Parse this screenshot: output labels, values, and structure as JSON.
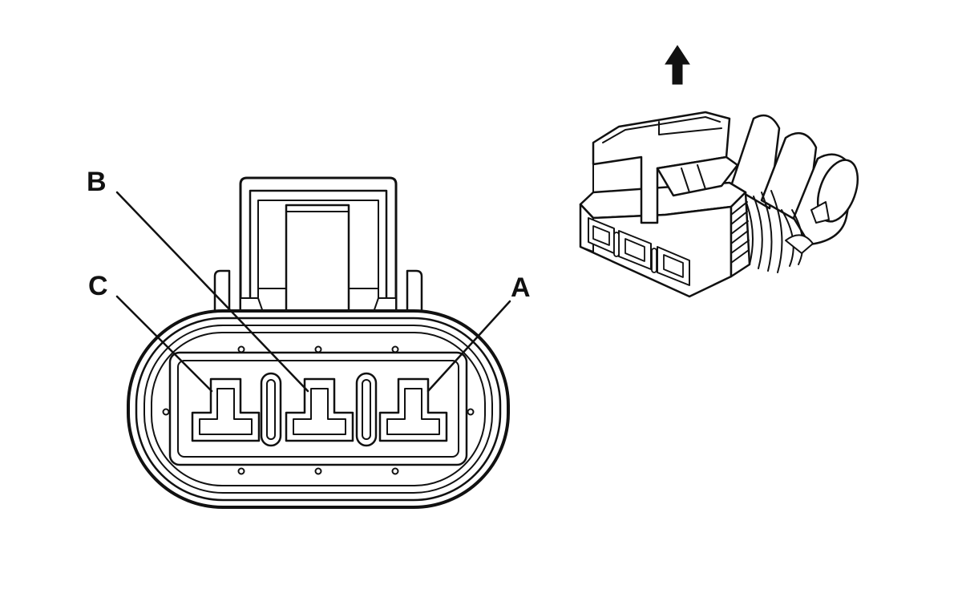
{
  "diagram": {
    "pin_labels": {
      "a": "A",
      "b": "B",
      "c": "C"
    },
    "orientation_icon": "up-arrow-icon",
    "colors": {
      "line": "#111111",
      "background": "#ffffff"
    }
  }
}
